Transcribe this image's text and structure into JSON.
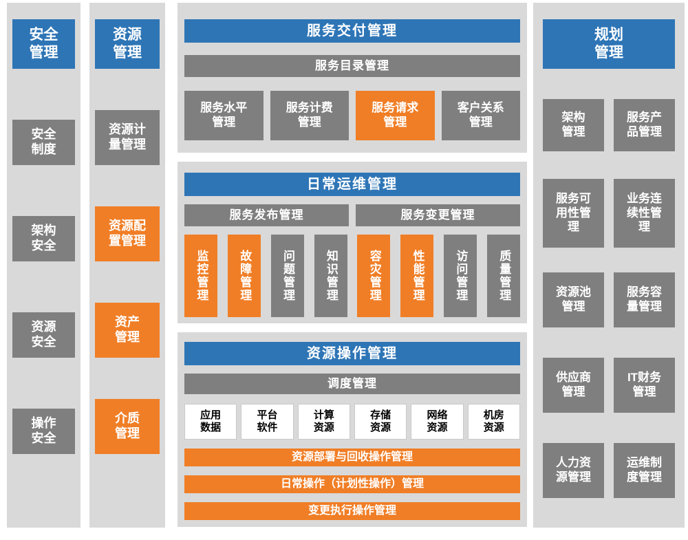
{
  "colors": {
    "blue": "#2E75B6",
    "orange": "#F07E26",
    "gray": "#7F7F7F",
    "panel_background": "#D9D9D9",
    "white_box_border": "#C8C8C8"
  },
  "security": {
    "header": "安全\n管理",
    "items": [
      {
        "label": "安全\n制度",
        "color": "gray"
      },
      {
        "label": "架构\n安全",
        "color": "gray"
      },
      {
        "label": "资源\n安全",
        "color": "gray"
      },
      {
        "label": "操作\n安全",
        "color": "gray"
      }
    ]
  },
  "resource": {
    "header": "资源\n管理",
    "items": [
      {
        "label": "资源计\n量管理",
        "color": "gray"
      },
      {
        "label": "资源配\n置管理",
        "color": "orange"
      },
      {
        "label": "资产\n管理",
        "color": "orange"
      },
      {
        "label": "介质\n管理",
        "color": "orange"
      }
    ]
  },
  "service_delivery": {
    "title": "服务交付管理",
    "catalog_bar": "服务目录管理",
    "items": [
      {
        "label": "服务水平\n管理",
        "color": "gray"
      },
      {
        "label": "服务计费\n管理",
        "color": "gray"
      },
      {
        "label": "服务请求\n管理",
        "color": "orange"
      },
      {
        "label": "客户关系\n管理",
        "color": "gray"
      }
    ]
  },
  "daily_ops": {
    "title": "日常运维管理",
    "release_bar": "服务发布管理",
    "change_bar": "服务变更管理",
    "items": [
      {
        "label": "监控管理",
        "color": "orange"
      },
      {
        "label": "故障管理",
        "color": "orange"
      },
      {
        "label": "问题管理",
        "color": "gray"
      },
      {
        "label": "知识管理",
        "color": "gray"
      },
      {
        "label": "容灾管理",
        "color": "orange"
      },
      {
        "label": "性能管理",
        "color": "orange"
      },
      {
        "label": "访问管理",
        "color": "gray"
      },
      {
        "label": "质量管理",
        "color": "gray"
      }
    ]
  },
  "resource_ops": {
    "title": "资源操作管理",
    "schedule_bar": "调度管理",
    "resources": [
      {
        "label": "应用\n数据"
      },
      {
        "label": "平台\n软件"
      },
      {
        "label": "计算\n资源"
      },
      {
        "label": "存储\n资源"
      },
      {
        "label": "网络\n资源"
      },
      {
        "label": "机房\n资源"
      }
    ],
    "bars": [
      {
        "label": "资源部署与回收操作管理"
      },
      {
        "label": "日常操作（计划性操作）管理"
      },
      {
        "label": "变更执行操作管理"
      }
    ]
  },
  "planning": {
    "header": "规划\n管理",
    "rows": [
      [
        {
          "label": "架构\n管理"
        },
        {
          "label": "服务产\n品管理"
        }
      ],
      [
        {
          "label": "服务可\n用性管\n理"
        },
        {
          "label": "业务连\n续性管\n理"
        }
      ],
      [
        {
          "label": "资源池\n管理"
        },
        {
          "label": "服务容\n量管理"
        }
      ],
      [
        {
          "label": "供应商\n管理"
        },
        {
          "label": "IT财务\n管理"
        }
      ],
      [
        {
          "label": "人力资\n源管理"
        },
        {
          "label": "运维制\n度管理"
        }
      ]
    ]
  }
}
